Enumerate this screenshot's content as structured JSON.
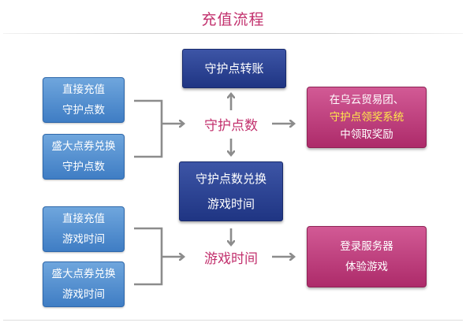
{
  "title": "充值流程",
  "colors": {
    "title_pink": "#c2306d",
    "box_blue": "#4f8ed2",
    "box_navy": "#2a3f8f",
    "box_pink": "#c0407f",
    "highlight_yellow": "#ffe94a",
    "connector_gray": "#8c8c8c"
  },
  "left_boxes": [
    {
      "line1": "直接充值",
      "line2": "守护点数"
    },
    {
      "line1": "盛大点券兑换",
      "line2": "守护点数"
    },
    {
      "line1": "直接充值",
      "line2": "游戏时间"
    },
    {
      "line1": "盛大点券兑换",
      "line2": "游戏时间"
    }
  ],
  "center": {
    "top_box": "守护点转账",
    "label_points": "守护点数",
    "exchange_box": {
      "line1": "守护点数兑换",
      "line2": "游戏时间"
    },
    "label_time": "游戏时间"
  },
  "right_boxes": {
    "top": {
      "line1": "在乌云贸易团、",
      "line2": "守护点领奖系统",
      "line3": "中领取奖励"
    },
    "bottom": {
      "line1": "登录服务器",
      "line2": "体验游戏"
    }
  }
}
